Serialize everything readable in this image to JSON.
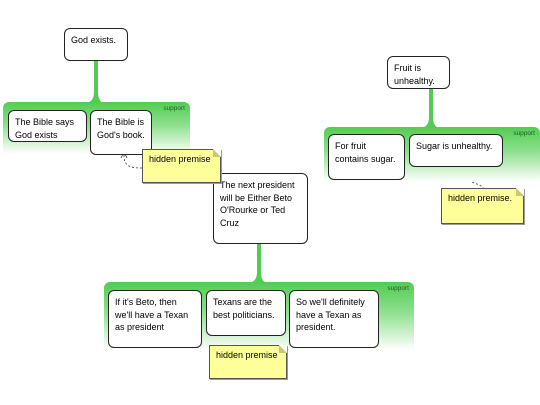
{
  "claims": {
    "god": "God exists.",
    "fruit": "Fruit is unhealthy.",
    "president": "The next president will be Either Beto O'Rourke or Ted Cruz"
  },
  "groups": {
    "support_label": "support"
  },
  "reasons": {
    "bible_says": "The Bible says God exists",
    "bible_gods_book": "The Bible is God's book.",
    "fruit_sugar": "For fruit contains sugar.",
    "sugar_unhealthy": "Sugar is unhealthy.",
    "beto_texan": "If it's Beto, then we'll have a Texan as president",
    "texans_best": "Texans are the best politicians.",
    "texan_president": "So we'll definitely have a Texan as president."
  },
  "notes": {
    "hidden_premise_1": "hidden premise",
    "hidden_premise_2": "hidden premise.",
    "hidden_premise_3": "hidden premise"
  },
  "colors": {
    "support_band": "#52cc52",
    "note_fill": "#ffff99",
    "box_border": "#222222"
  }
}
